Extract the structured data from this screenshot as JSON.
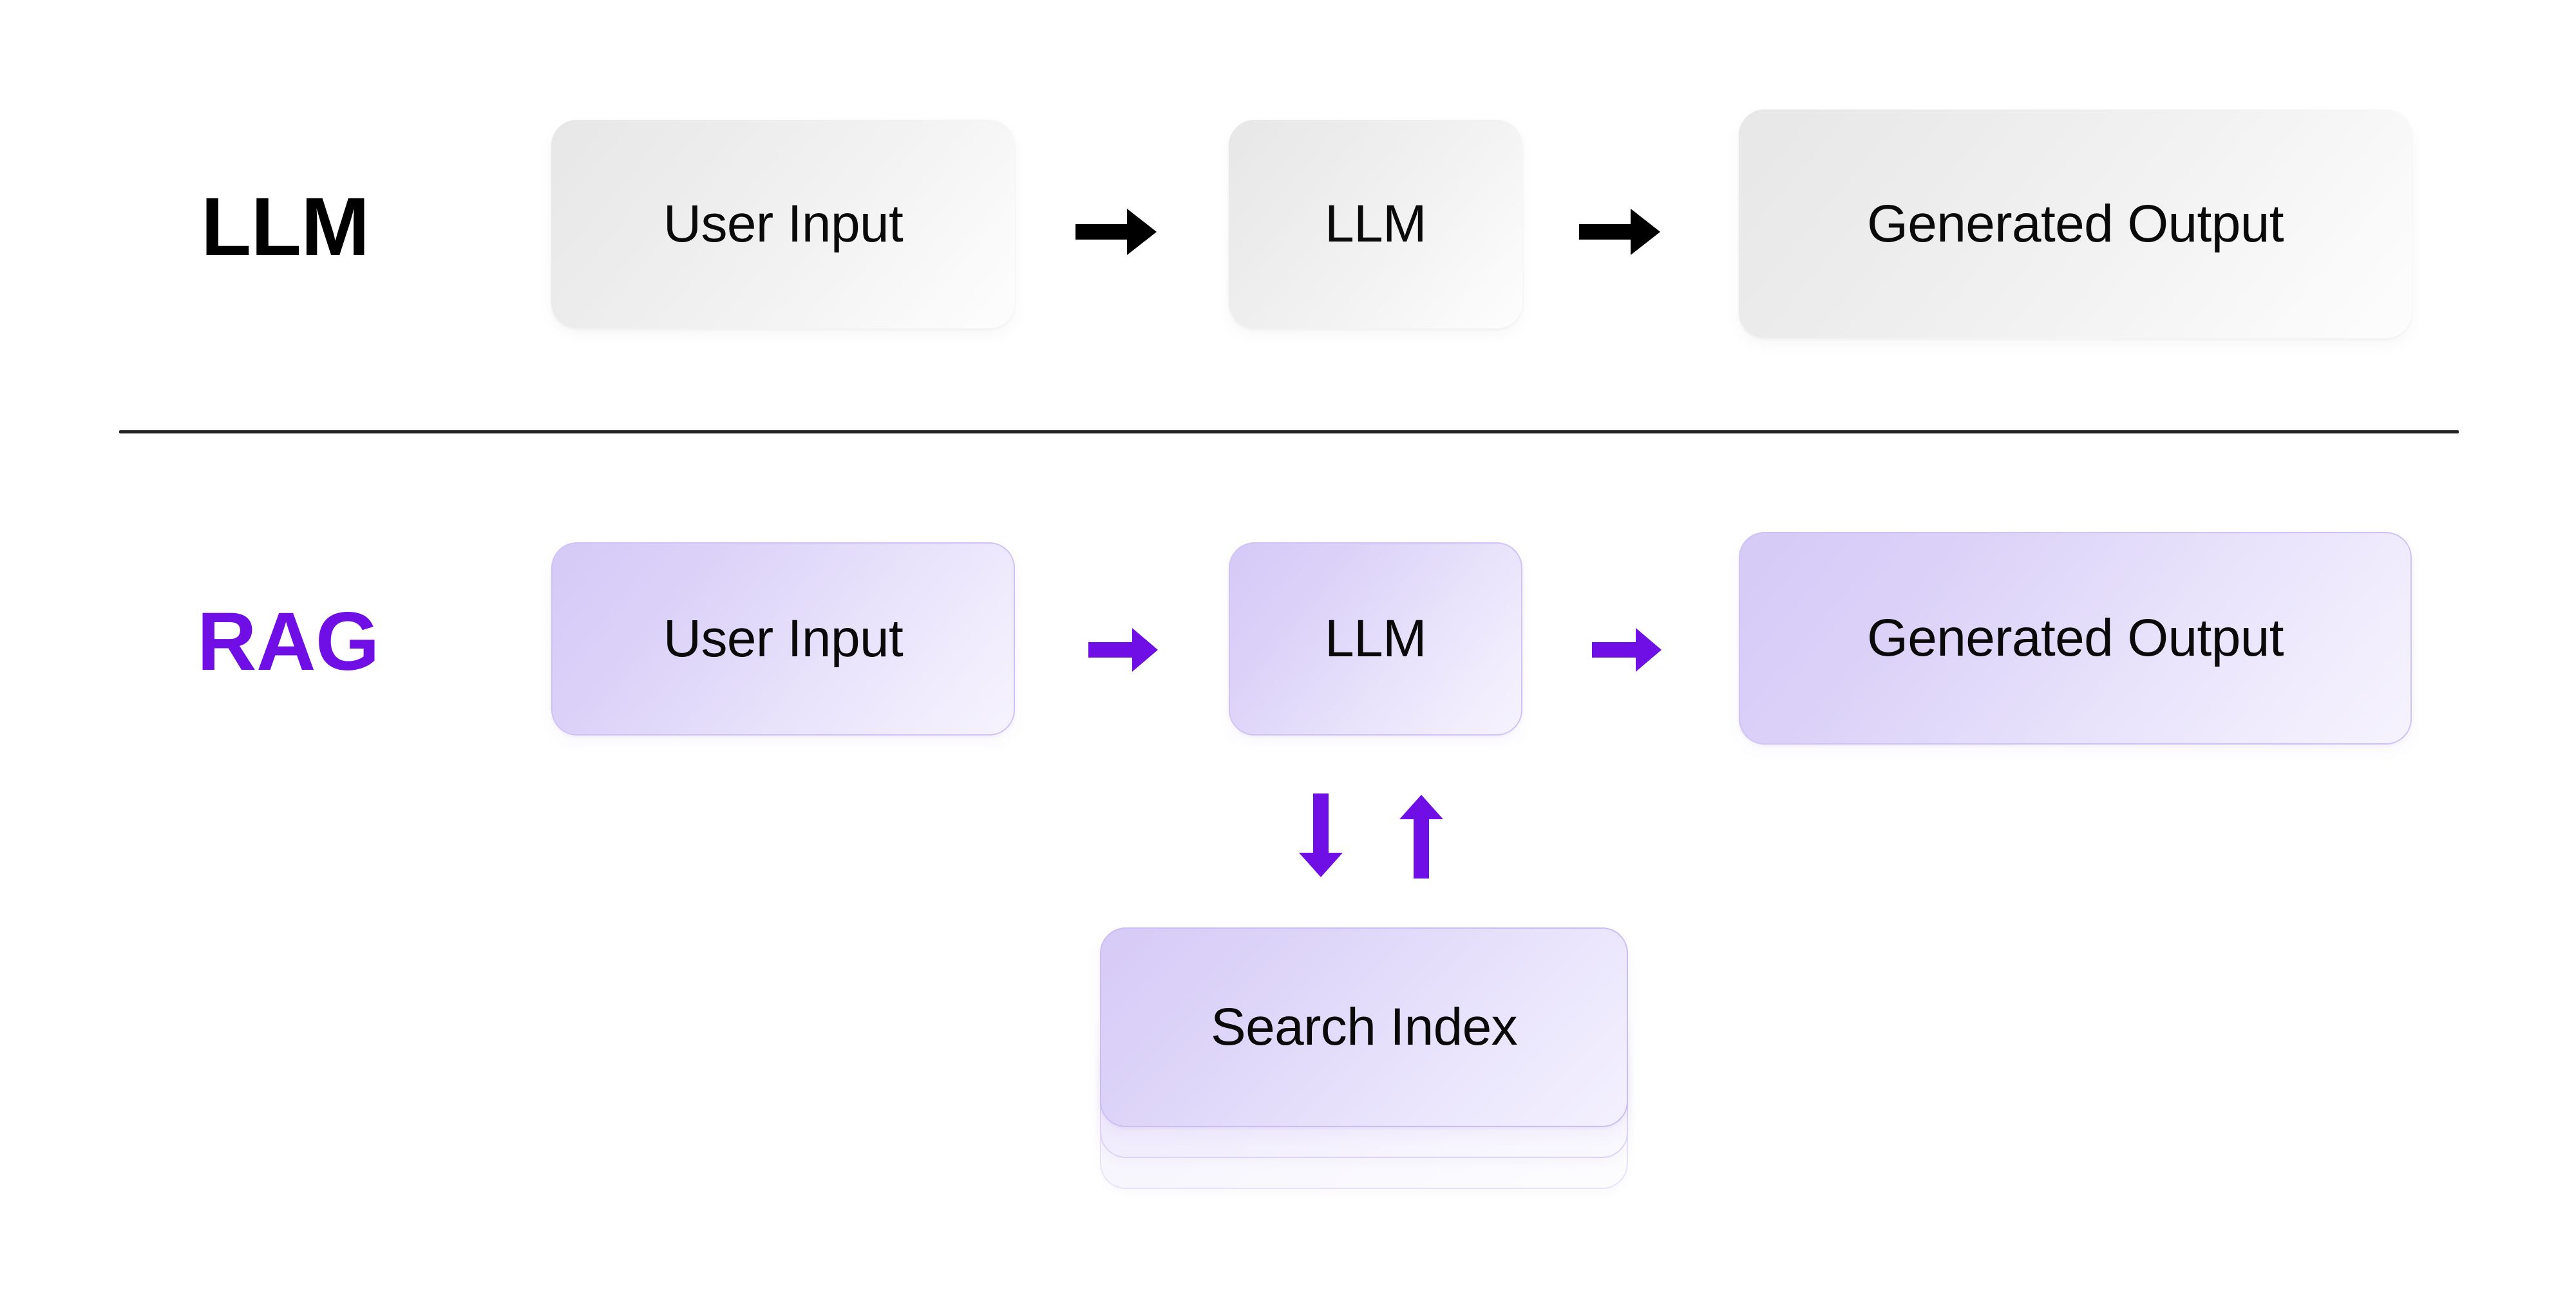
{
  "diagram": {
    "title": "LLM vs RAG pipeline comparison",
    "background_color": "#ffffff",
    "accent_color": "#6f0fe6",
    "text_color": "#0a0a0a",
    "divider_color": "#232323"
  },
  "rows": {
    "llm": {
      "label": "LLM",
      "label_color": "#000000",
      "node_fill_start": "#e7e7e7",
      "node_fill_end": "#fdfdfd",
      "arrow_color": "#000000",
      "nodes": [
        {
          "id": "user-input",
          "label": "User Input"
        },
        {
          "id": "model",
          "label": "LLM"
        },
        {
          "id": "output",
          "label": "Generated Output"
        }
      ],
      "arrows": [
        {
          "id": "llm-arrow-1",
          "glyph": "right-arrow-icon",
          "direction": "right"
        },
        {
          "id": "llm-arrow-2",
          "glyph": "right-arrow-icon",
          "direction": "right"
        }
      ]
    },
    "rag": {
      "label": "RAG",
      "label_color": "#6f0fe6",
      "node_fill_start": "#d5c9f7",
      "node_fill_end": "#f6f3fe",
      "node_border": "#cfc2f4",
      "arrow_color": "#6f0fe6",
      "nodes": [
        {
          "id": "user-input",
          "label": "User Input"
        },
        {
          "id": "model",
          "label": "LLM"
        },
        {
          "id": "output",
          "label": "Generated Output"
        }
      ],
      "arrows": [
        {
          "id": "rag-arrow-1",
          "glyph": "right-arrow-icon",
          "direction": "right"
        },
        {
          "id": "rag-arrow-2",
          "glyph": "right-arrow-icon",
          "direction": "right"
        },
        {
          "id": "rag-arrow-down",
          "glyph": "down-arrow-icon",
          "direction": "down"
        },
        {
          "id": "rag-arrow-up",
          "glyph": "up-arrow-icon",
          "direction": "up"
        }
      ],
      "store": {
        "label": "Search Index",
        "card_count": 3,
        "front_fill_start": "#d6caf7",
        "front_fill_end": "#f3f0fe"
      }
    }
  }
}
